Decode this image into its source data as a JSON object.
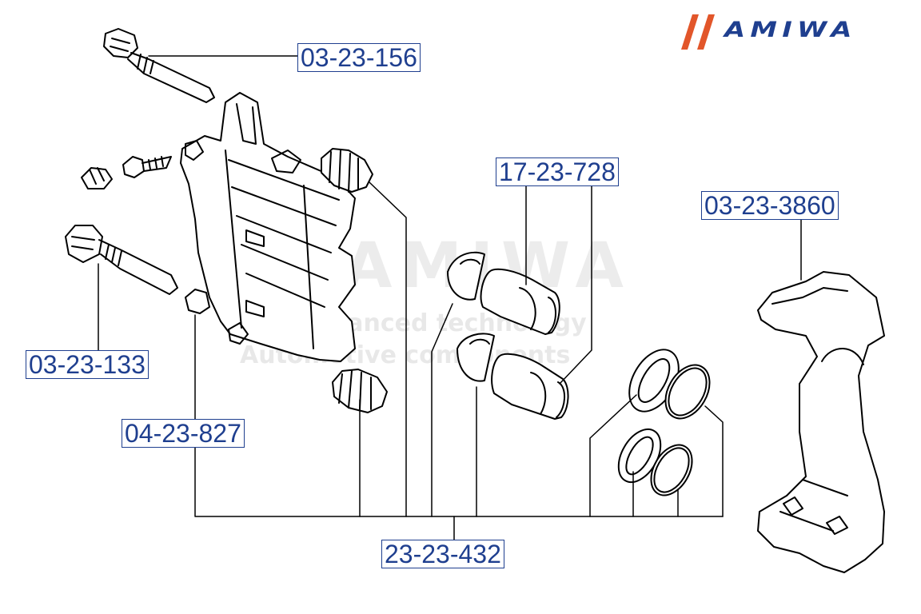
{
  "brand": {
    "name": "AMIWA",
    "slash_color": "#e2562a",
    "text_color": "#1f3f8f"
  },
  "watermark": {
    "title": "AMIWA",
    "line1": "Advanced technology",
    "line2": "Automotive components"
  },
  "part_numbers": {
    "guide_bolt_upper": "03-23-156",
    "piston": "17-23-728",
    "caliper_bracket": "03-23-3860",
    "guide_bolt_lower": "03-23-133",
    "bleeder_cap": "04-23-827",
    "repair_kit": "23-23-432"
  },
  "icons": {
    "guide_bolt_upper": "bolt-icon",
    "guide_bolt_lower": "bolt-icon",
    "bleeder_screw": "bleeder-screw-icon",
    "dust_cap": "cap-icon",
    "caliper_body": "caliper-body-icon",
    "boots": "rubber-boot-icon",
    "pistons": "piston-icon",
    "seals": "seal-ring-icon",
    "bracket": "caliper-bracket-icon"
  }
}
